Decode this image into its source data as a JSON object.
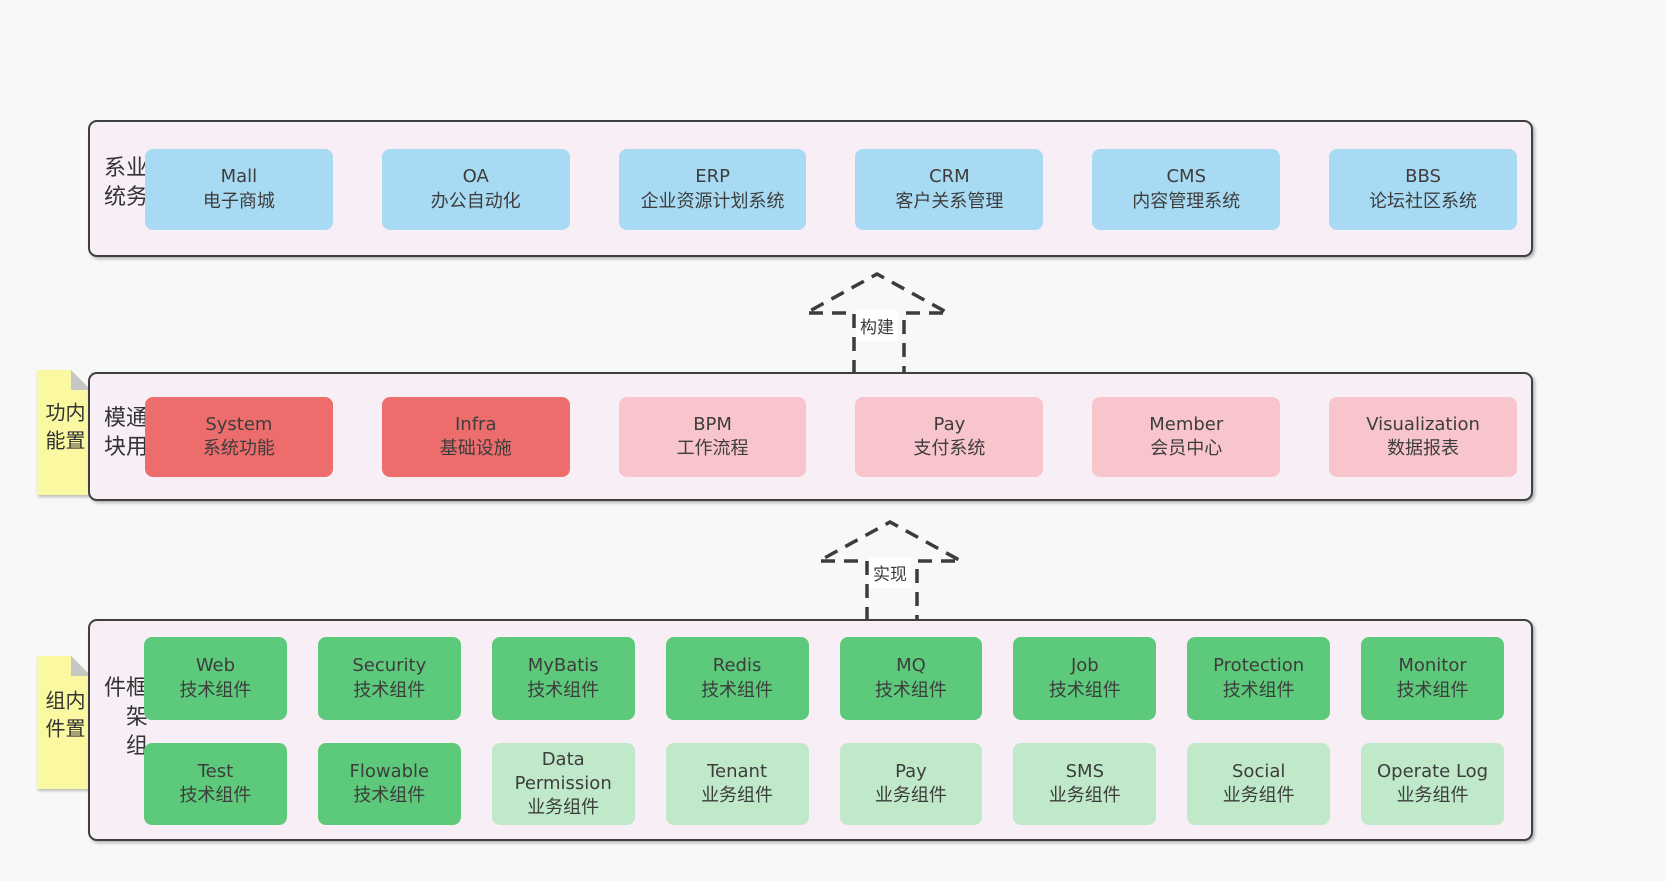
{
  "layers": [
    {
      "id": "business-systems",
      "label": "业务系统",
      "boxes": [
        {
          "name": "Mall",
          "subtitle": "电子商城",
          "color": "blue"
        },
        {
          "name": "OA",
          "subtitle": "办公自动化",
          "color": "blue"
        },
        {
          "name": "ERP",
          "subtitle": "企业资源计划系统",
          "color": "blue"
        },
        {
          "name": "CRM",
          "subtitle": "客户关系管理",
          "color": "blue"
        },
        {
          "name": "CMS",
          "subtitle": "内容管理系统",
          "color": "blue"
        },
        {
          "name": "BBS",
          "subtitle": "论坛社区系统",
          "color": "blue"
        }
      ]
    },
    {
      "id": "common-modules",
      "label": "通用模块",
      "sticky": "内置功能",
      "boxes": [
        {
          "name": "System",
          "subtitle": "系统功能",
          "color": "red"
        },
        {
          "name": "Infra",
          "subtitle": "基础设施",
          "color": "red"
        },
        {
          "name": "BPM",
          "subtitle": "工作流程",
          "color": "pink"
        },
        {
          "name": "Pay",
          "subtitle": "支付系统",
          "color": "pink"
        },
        {
          "name": "Member",
          "subtitle": "会员中心",
          "color": "pink"
        },
        {
          "name": "Visualization",
          "subtitle": "数据报表",
          "color": "pink"
        }
      ]
    },
    {
      "id": "framework-components",
      "label": "框架组件",
      "sticky": "内置组件",
      "rows": [
        [
          {
            "name": "Web",
            "subtitle": "技术组件",
            "color": "green"
          },
          {
            "name": "Security",
            "subtitle": "技术组件",
            "color": "green"
          },
          {
            "name": "MyBatis",
            "subtitle": "技术组件",
            "color": "green"
          },
          {
            "name": "Redis",
            "subtitle": "技术组件",
            "color": "green"
          },
          {
            "name": "MQ",
            "subtitle": "技术组件",
            "color": "green"
          },
          {
            "name": "Job",
            "subtitle": "技术组件",
            "color": "green"
          },
          {
            "name": "Protection",
            "subtitle": "技术组件",
            "color": "green"
          },
          {
            "name": "Monitor",
            "subtitle": "技术组件",
            "color": "green"
          }
        ],
        [
          {
            "name": "Test",
            "subtitle": "技术组件",
            "color": "green"
          },
          {
            "name": "Flowable",
            "subtitle": "技术组件",
            "color": "green"
          },
          {
            "name": "Data Permission",
            "subtitle": "业务组件",
            "color": "lightgreen"
          },
          {
            "name": "Tenant",
            "subtitle": "业务组件",
            "color": "lightgreen"
          },
          {
            "name": "Pay",
            "subtitle": "业务组件",
            "color": "lightgreen"
          },
          {
            "name": "SMS",
            "subtitle": "业务组件",
            "color": "lightgreen"
          },
          {
            "name": "Social",
            "subtitle": "业务组件",
            "color": "lightgreen"
          },
          {
            "name": "Operate Log",
            "subtitle": "业务组件",
            "color": "lightgreen"
          }
        ]
      ]
    }
  ],
  "arrows": [
    {
      "label": "构建"
    },
    {
      "label": "实现"
    }
  ],
  "colors": {
    "blue": "#a8dbf3",
    "red": "#ed6c6c",
    "pink": "#f9c5cd",
    "green": "#5dc97a",
    "lightgreen": "#bfe9c8",
    "container_bg": "#f8eef6",
    "sticky_yellow": "#faf8a0",
    "sticky_fold": "#c6c6c6",
    "border": "#3f3f3f",
    "page_bg": "#f8f8f8"
  }
}
